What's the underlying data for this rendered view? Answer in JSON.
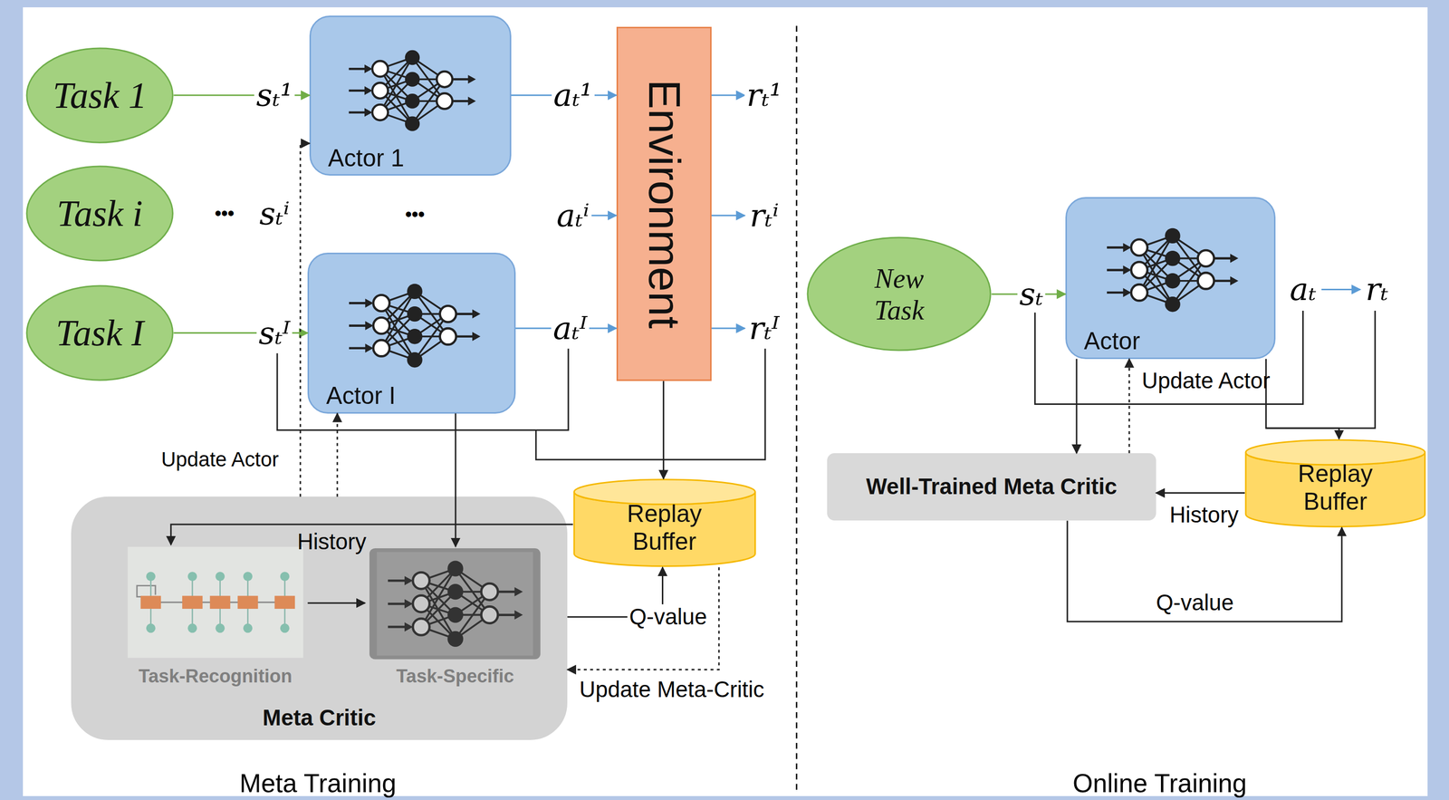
{
  "diagram": {
    "nodes": [
      {
        "text": [
          "Task 1"
        ]
      },
      {
        "text": [
          "Task i"
        ]
      },
      {
        "text": [
          "Task I"
        ]
      },
      {
        "text": [
          "Actor 1"
        ]
      },
      {
        "text": [
          "Actor I"
        ]
      },
      {
        "text": [
          "Environment"
        ]
      },
      {
        "text": [
          "Meta Critic"
        ]
      },
      {
        "text": [
          "Task-Recognition"
        ],
        "in": 6
      },
      {
        "text": [
          "Task-Specific"
        ],
        "in": 6
      },
      {
        "text": [
          "Replay Buffer"
        ]
      },
      {
        "text": [
          "New Task"
        ]
      },
      {
        "text": [
          "Actor"
        ]
      },
      {
        "text": [
          "Well-Trained Meta Critic"
        ]
      },
      {
        "text": [
          "Replay Buffer"
        ]
      }
    ],
    "edges": [
      {
        "from": 0,
        "to": 3,
        "label": "sₜ¹",
        "arrow": "to"
      },
      {
        "from": 2,
        "to": 4,
        "label": "sₜᴵ",
        "arrow": "to"
      },
      {
        "from": 3,
        "to": 5,
        "label": "aₜ¹",
        "arrow": "to"
      },
      {
        "from": 4,
        "to": 5,
        "label": "aₜᴵ",
        "arrow": "to"
      },
      {
        "from": 4,
        "to": 8,
        "arrow": "to"
      },
      {
        "from": 5,
        "to": 9,
        "arrow": "to"
      },
      {
        "from": 9,
        "to": 7,
        "label": "History",
        "arrow": "to"
      },
      {
        "from": 7,
        "to": 8,
        "arrow": "to"
      },
      {
        "from": 6,
        "to": 3,
        "arrow": "to"
      },
      {
        "from": 6,
        "to": 4,
        "arrow": "to"
      },
      {
        "from": 6,
        "to": 9,
        "label": "Q-value",
        "arrow": "to"
      },
      {
        "from": 9,
        "to": 6,
        "label": "Update Meta-Critic",
        "arrow": "to"
      },
      {
        "from": 10,
        "to": 11,
        "label": "sₜ",
        "arrow": "to"
      },
      {
        "from": 11,
        "to": 12,
        "arrow": "to"
      },
      {
        "from": 11,
        "to": 13,
        "arrow": "to"
      },
      {
        "from": 12,
        "to": 11,
        "label": "Update Actor",
        "arrow": "to"
      },
      {
        "from": 13,
        "to": 12,
        "label": "History",
        "arrow": "to"
      },
      {
        "from": 12,
        "to": 13,
        "label": "Q-value",
        "arrow": "to"
      }
    ],
    "labels": [
      "Meta Training",
      "Online Training",
      "•••",
      "sₜⁱ",
      "•••",
      "aₜⁱ",
      "rₜ¹",
      "rₜⁱ",
      "rₜᴵ",
      "Update Actor",
      "aₜ",
      "rₜ"
    ]
  }
}
